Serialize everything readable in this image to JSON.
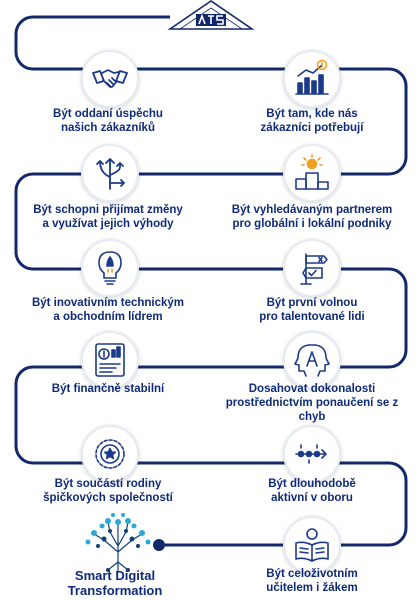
{
  "colors": {
    "path": "#12286a",
    "text": "#0e2a7a",
    "icon": "#1d3a8a",
    "accent_orange": "#f0a020",
    "node_border": "#e6eaf1"
  },
  "steps": [
    {
      "label": [
        "Být oddaní úspěchu",
        "našich zákazníků"
      ],
      "icon": "handshake-icon"
    },
    {
      "label": [
        "Být tam, kde nás",
        "zákazníci potřebují"
      ],
      "icon": "money-chart-icon"
    },
    {
      "label": [
        "Být schopni přijímat změny",
        "a využívat jejich výhody"
      ],
      "icon": "split-arrows-icon"
    },
    {
      "label": [
        "Být vyhledávaným partnerem",
        "pro globální i lokální podniky"
      ],
      "icon": "podium-icon"
    },
    {
      "label": [
        "Být inovativním technickým",
        "a obchodním lídrem"
      ],
      "icon": "rocket-bulb-icon"
    },
    {
      "label": [
        "Být první volnou",
        "pro talentované lidi"
      ],
      "icon": "signpost-icon"
    },
    {
      "label": [
        "Být finančně stabilní"
      ],
      "icon": "finance-report-icon"
    },
    {
      "label": [
        "Dosahovat dokonalosti",
        "prostřednictvím ponaučení se z chyb"
      ],
      "icon": "ai-head-icon"
    },
    {
      "label": [
        "Být součástí rodiny",
        "špičkových společností"
      ],
      "icon": "award-icon"
    },
    {
      "label": [
        "Být dlouhodobě",
        "aktivní v oboru"
      ],
      "icon": "timeline-icon"
    },
    {
      "label": [
        "Být celoživotním",
        "učitelem i žákem"
      ],
      "icon": "reader-icon"
    }
  ],
  "brand": {
    "line1": "Smart Digital",
    "line2": "Transformation"
  }
}
